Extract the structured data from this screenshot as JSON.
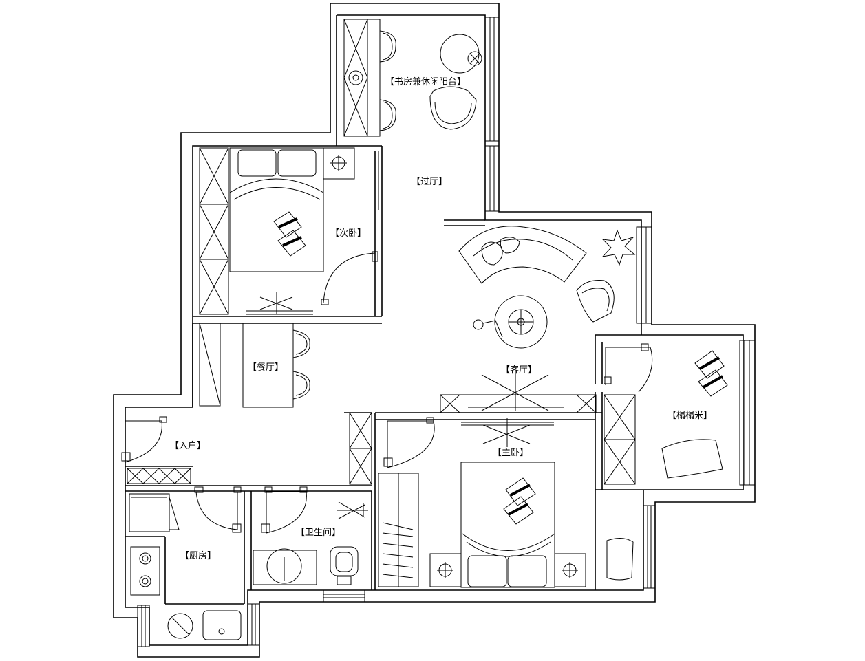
{
  "rooms": {
    "study": "【书房兼休闲阳台】",
    "hallway": "【过厅】",
    "second_bedroom": "【次卧】",
    "dining": "【餐厅】",
    "living": "【客厅】",
    "tatami": "【榻榻米】",
    "entrance": "【入户】",
    "master_bedroom": "【主卧】",
    "bathroom": "【卫生间】",
    "kitchen": "【厨房】"
  }
}
